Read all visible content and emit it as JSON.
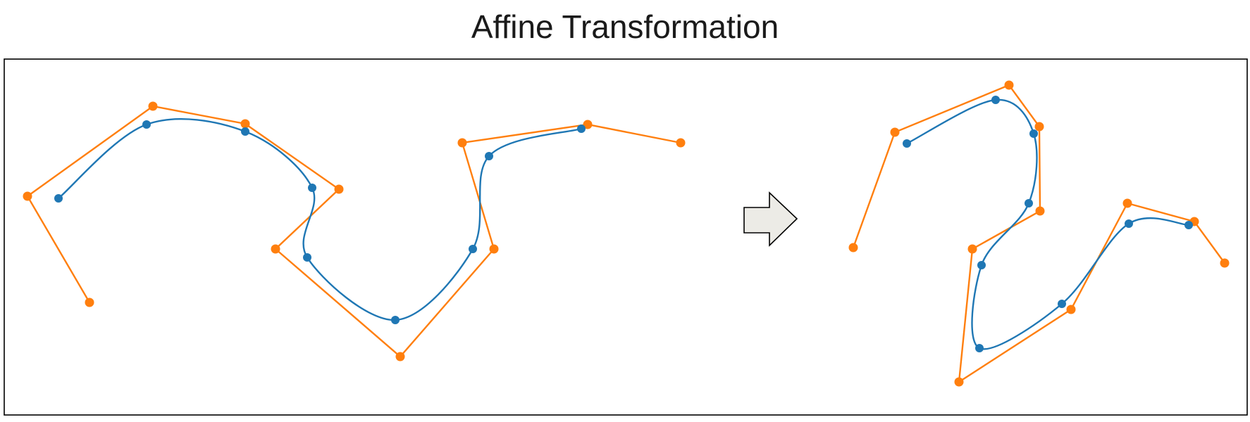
{
  "title": "Affine Transformation",
  "colors": {
    "control": "#ff7f0e",
    "curve": "#1f77b4",
    "arrow_fill": "#ecebe6",
    "arrow_stroke": "#000000",
    "frame": "#000000"
  },
  "panels": [
    {
      "name": "original",
      "control_points": [
        [
          127,
          430
        ],
        [
          39,
          279
        ],
        [
          217,
          151
        ],
        [
          348,
          176
        ],
        [
          481,
          269
        ],
        [
          391,
          354
        ],
        [
          568,
          507
        ],
        [
          701,
          354
        ],
        [
          656,
          203
        ],
        [
          834,
          177
        ],
        [
          966,
          203
        ]
      ],
      "curve_points": [
        [
          83,
          282
        ],
        [
          208,
          177
        ],
        [
          348,
          187
        ],
        [
          443,
          267
        ],
        [
          436,
          366
        ],
        [
          561,
          455
        ],
        [
          671,
          354
        ],
        [
          694,
          222
        ],
        [
          825,
          183
        ]
      ]
    },
    {
      "name": "transformed",
      "control_points": [
        [
          1211,
          352
        ],
        [
          1270,
          188
        ],
        [
          1432,
          121
        ],
        [
          1475,
          180
        ],
        [
          1476,
          300
        ],
        [
          1380,
          354
        ],
        [
          1361,
          543
        ],
        [
          1520,
          440
        ],
        [
          1600,
          289
        ],
        [
          1695,
          315
        ],
        [
          1738,
          374
        ]
      ],
      "curve_points": [
        [
          1287,
          204
        ],
        [
          1413,
          142
        ],
        [
          1467,
          190
        ],
        [
          1460,
          289
        ],
        [
          1393,
          377
        ],
        [
          1390,
          495
        ],
        [
          1507,
          432
        ],
        [
          1602,
          318
        ],
        [
          1687,
          320
        ]
      ]
    }
  ],
  "icons": {
    "arrow": "right-arrow-icon"
  }
}
